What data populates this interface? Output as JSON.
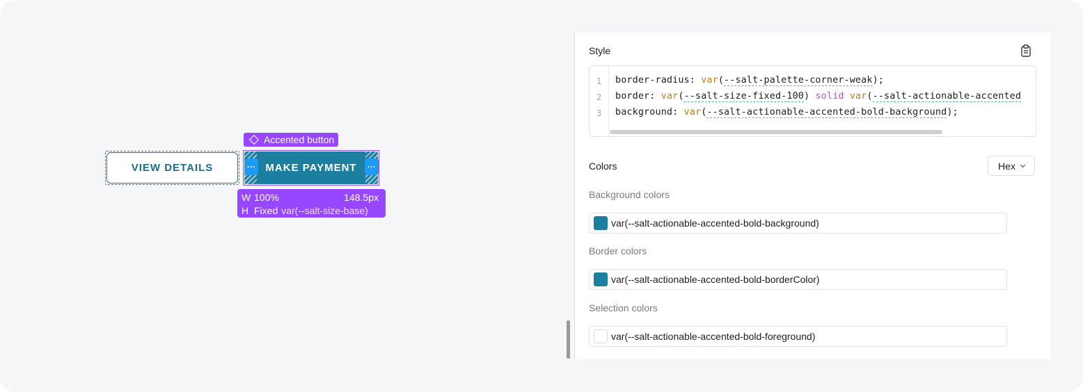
{
  "canvas": {
    "view_details_label": "VIEW DETAILS",
    "make_payment_label": "MAKE PAYMENT",
    "component_label": "Accented button",
    "handle_glyph": "···",
    "dims": {
      "w_key": "W",
      "w_value": "100%",
      "w_px": "148.5px",
      "h_key": "H",
      "h_mode": "Fixed",
      "h_value": "var(--salt-size-base)"
    }
  },
  "panel": {
    "style_title": "Style",
    "copy_icon": "clipboard-icon",
    "code": {
      "line_numbers": [
        "1",
        "2",
        "3"
      ],
      "l1_prop": "border-radius: ",
      "l1_fn": "var",
      "l1_open": "(",
      "l1_var": "--salt-palette-corner-weak",
      "l1_close": ");",
      "l2_prop": "border: ",
      "l2_fn1": "var",
      "l2_open1": "(",
      "l2_var1": "--salt-size-fixed-100",
      "l2_close1": ") ",
      "l2_kw": "solid",
      "l2_space": " ",
      "l2_fn2": "var",
      "l2_open2": "(",
      "l2_var2": "--salt-actionable-accented",
      "l3_prop": "background: ",
      "l3_fn": "var",
      "l3_open": "(",
      "l3_var": "--salt-actionable-accented-bold-background",
      "l3_close": ");"
    },
    "colors_title": "Colors",
    "format_select": "Hex",
    "sections": {
      "background_title": "Background colors",
      "background_value": "var(--salt-actionable-accented-bold-background)",
      "border_title": "Border colors",
      "border_value": "var(--salt-actionable-accented-bold-borderColor)",
      "selection_title": "Selection colors",
      "selection_value": "var(--salt-actionable-accented-bold-foreground)"
    },
    "colors": {
      "accent": "#1c7fa0",
      "selection": "#9747ff",
      "handle": "#1e9bf0",
      "foreground": "#ffffff"
    }
  }
}
